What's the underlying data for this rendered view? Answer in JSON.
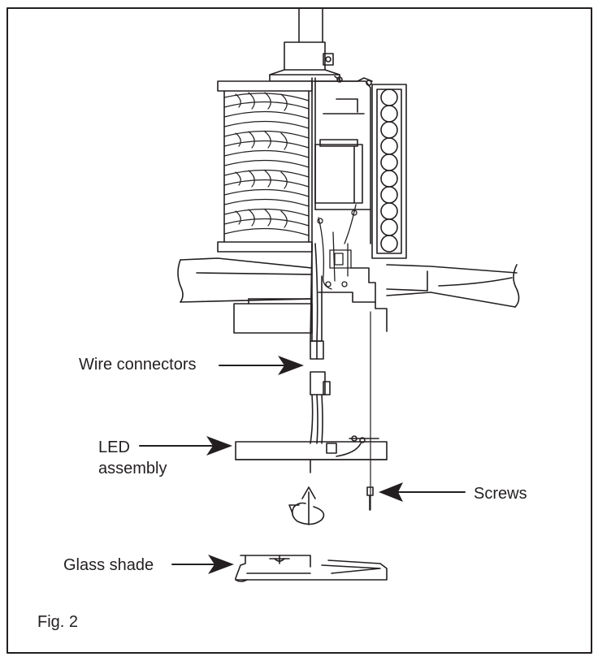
{
  "labels": {
    "wire_connectors": "Wire connectors",
    "led_line1": "LED",
    "led_line2": "assembly",
    "screws": "Screws",
    "glass_shade": "Glass shade",
    "figure": "Fig. 2"
  },
  "colors": {
    "ink": "#231f20",
    "background": "#ffffff"
  }
}
